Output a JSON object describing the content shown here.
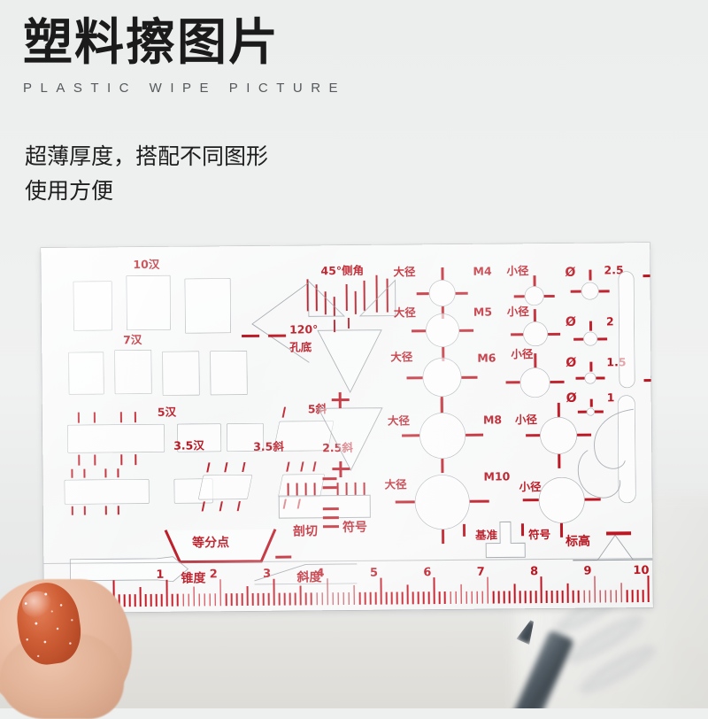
{
  "header": {
    "title": "塑料擦图片",
    "subtitle": "PLASTIC WIPE PICTURE",
    "tagline_line1": "超薄厚度，搭配不同图形",
    "tagline_line2": "使用方便"
  },
  "colors": {
    "ink_red": "#b81420",
    "ruler_red": "#c3121f",
    "title_black": "#1b1b1b",
    "subtitle_gray": "#55595b",
    "page_bg": "#eef0f0",
    "stencil_white": "#f8f9f9"
  },
  "stencil": {
    "character_boxes": [
      {
        "label": "10汉"
      },
      {
        "label": "7汉"
      },
      {
        "label": "5汉"
      },
      {
        "label": "3.5汉"
      }
    ],
    "slanted_boxes": [
      {
        "label": "5斜"
      },
      {
        "label": "3.5斜"
      },
      {
        "label": "2.5斜"
      }
    ],
    "angles": [
      {
        "label": "45°侧角"
      },
      {
        "label": "120°"
      },
      {
        "label": "孔底"
      }
    ],
    "threads": [
      {
        "size": "M4",
        "major": "大径",
        "minor": "小径"
      },
      {
        "size": "M5",
        "major": "大径",
        "minor": "小径"
      },
      {
        "size": "M6",
        "major": "大径",
        "minor": "小径"
      },
      {
        "size": "M8",
        "major": "大径",
        "minor": "小径"
      },
      {
        "size": "M10",
        "major": "大径",
        "minor": "小径"
      }
    ],
    "diameters": [
      {
        "symbol": "Ø",
        "value": "2.5"
      },
      {
        "symbol": "Ø",
        "value": "2"
      },
      {
        "symbol": "Ø",
        "value": "1.5"
      },
      {
        "symbol": "Ø",
        "value": "1"
      }
    ],
    "symbols": [
      {
        "label": "等分点"
      },
      {
        "label": "锥度"
      },
      {
        "label": "斜度"
      },
      {
        "label": "剖切"
      },
      {
        "label": "符号"
      },
      {
        "label": "基准"
      },
      {
        "label": "符号"
      },
      {
        "label": "标高"
      }
    ]
  },
  "ruler": {
    "unit": "cm",
    "numbers": [
      "1",
      "2",
      "3",
      "4",
      "5",
      "6",
      "7",
      "8",
      "9",
      "10"
    ],
    "min": 0,
    "max": 10,
    "minor_per_unit": 10
  }
}
